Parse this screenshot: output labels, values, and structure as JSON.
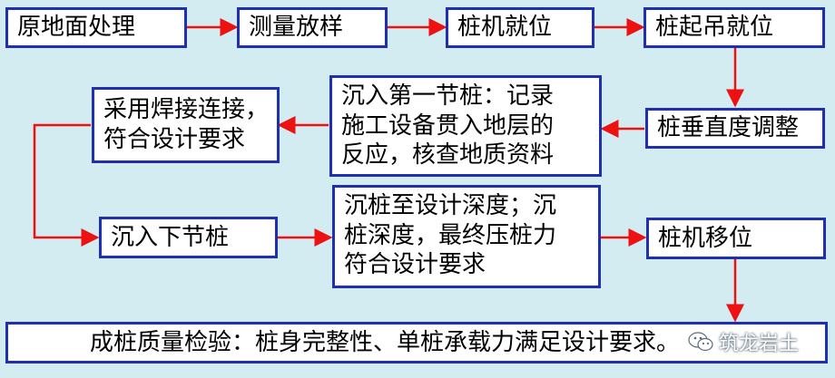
{
  "steps": {
    "s1": "原地面处理",
    "s2": "测量放样",
    "s3": "桩机就位",
    "s4": "桩起吊就位",
    "s5": "桩垂直度调整",
    "s6": [
      "沉入第一节桩：记录",
      "施工设备贯入地层的",
      "反应，核查地质资料"
    ],
    "s7": [
      "采用焊接连接，",
      "符合设计要求"
    ],
    "s8": "沉入下节桩",
    "s9": [
      "沉桩至设计深度；沉",
      "桩深度，最终压桩力",
      "符合设计要求"
    ],
    "s10": "桩机移位",
    "s11": "成桩质量检验：桩身完整性、单桩承载力满足设计要求。"
  },
  "watermark": {
    "text": "筑龙岩土",
    "icon": "wechat-icon"
  },
  "colors": {
    "background": "#d3ecf1",
    "box_border": "#1f2fb2",
    "arrow": "#ee1111"
  }
}
